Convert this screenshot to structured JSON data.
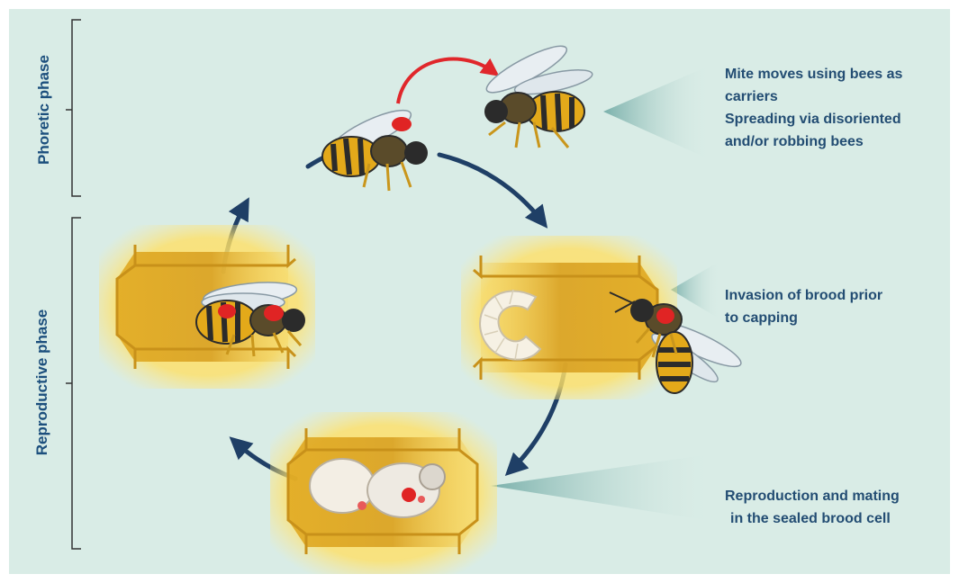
{
  "phases": {
    "phoretic": "Phoretic phase",
    "reproductive": "Reproductive phase"
  },
  "notes": {
    "phoretic": [
      "Mite moves using bees as",
      "carriers",
      "Spreading via disoriented",
      "and/or robbing bees"
    ],
    "invasion": [
      "Invasion of brood prior",
      "to capping"
    ],
    "reproduction": [
      "Reproduction and mating",
      "in the sealed brood cell"
    ]
  },
  "colors": {
    "background": "#d9ece6",
    "text": "#234d73",
    "cycle_arrow": "#1f3f66",
    "transfer_arrow": "#e0272b",
    "cell_glow": "#ffd84d",
    "mite": "#e02424"
  }
}
